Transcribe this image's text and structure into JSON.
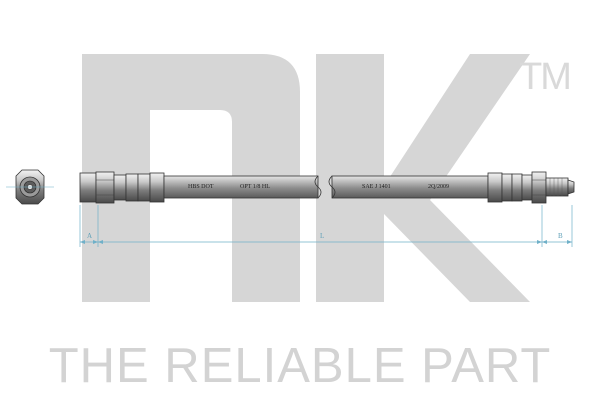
{
  "watermark": {
    "logo_text": "nk",
    "trademark": "TM",
    "slogan": "THE RELIABLE PART",
    "color": "#d6d6d6"
  },
  "hose": {
    "printed_text": [
      "HBS DOT",
      "OPT 1/8 HL",
      "SAE J 1401",
      "2Q/2009"
    ],
    "body_color": "#8f8f8f",
    "fitting_color": "#7a7a7a"
  },
  "dimensions": {
    "labels": {
      "left_fitting": "A",
      "length": "L",
      "right_fitting": "B"
    },
    "line_color": "#6fb0c8"
  }
}
